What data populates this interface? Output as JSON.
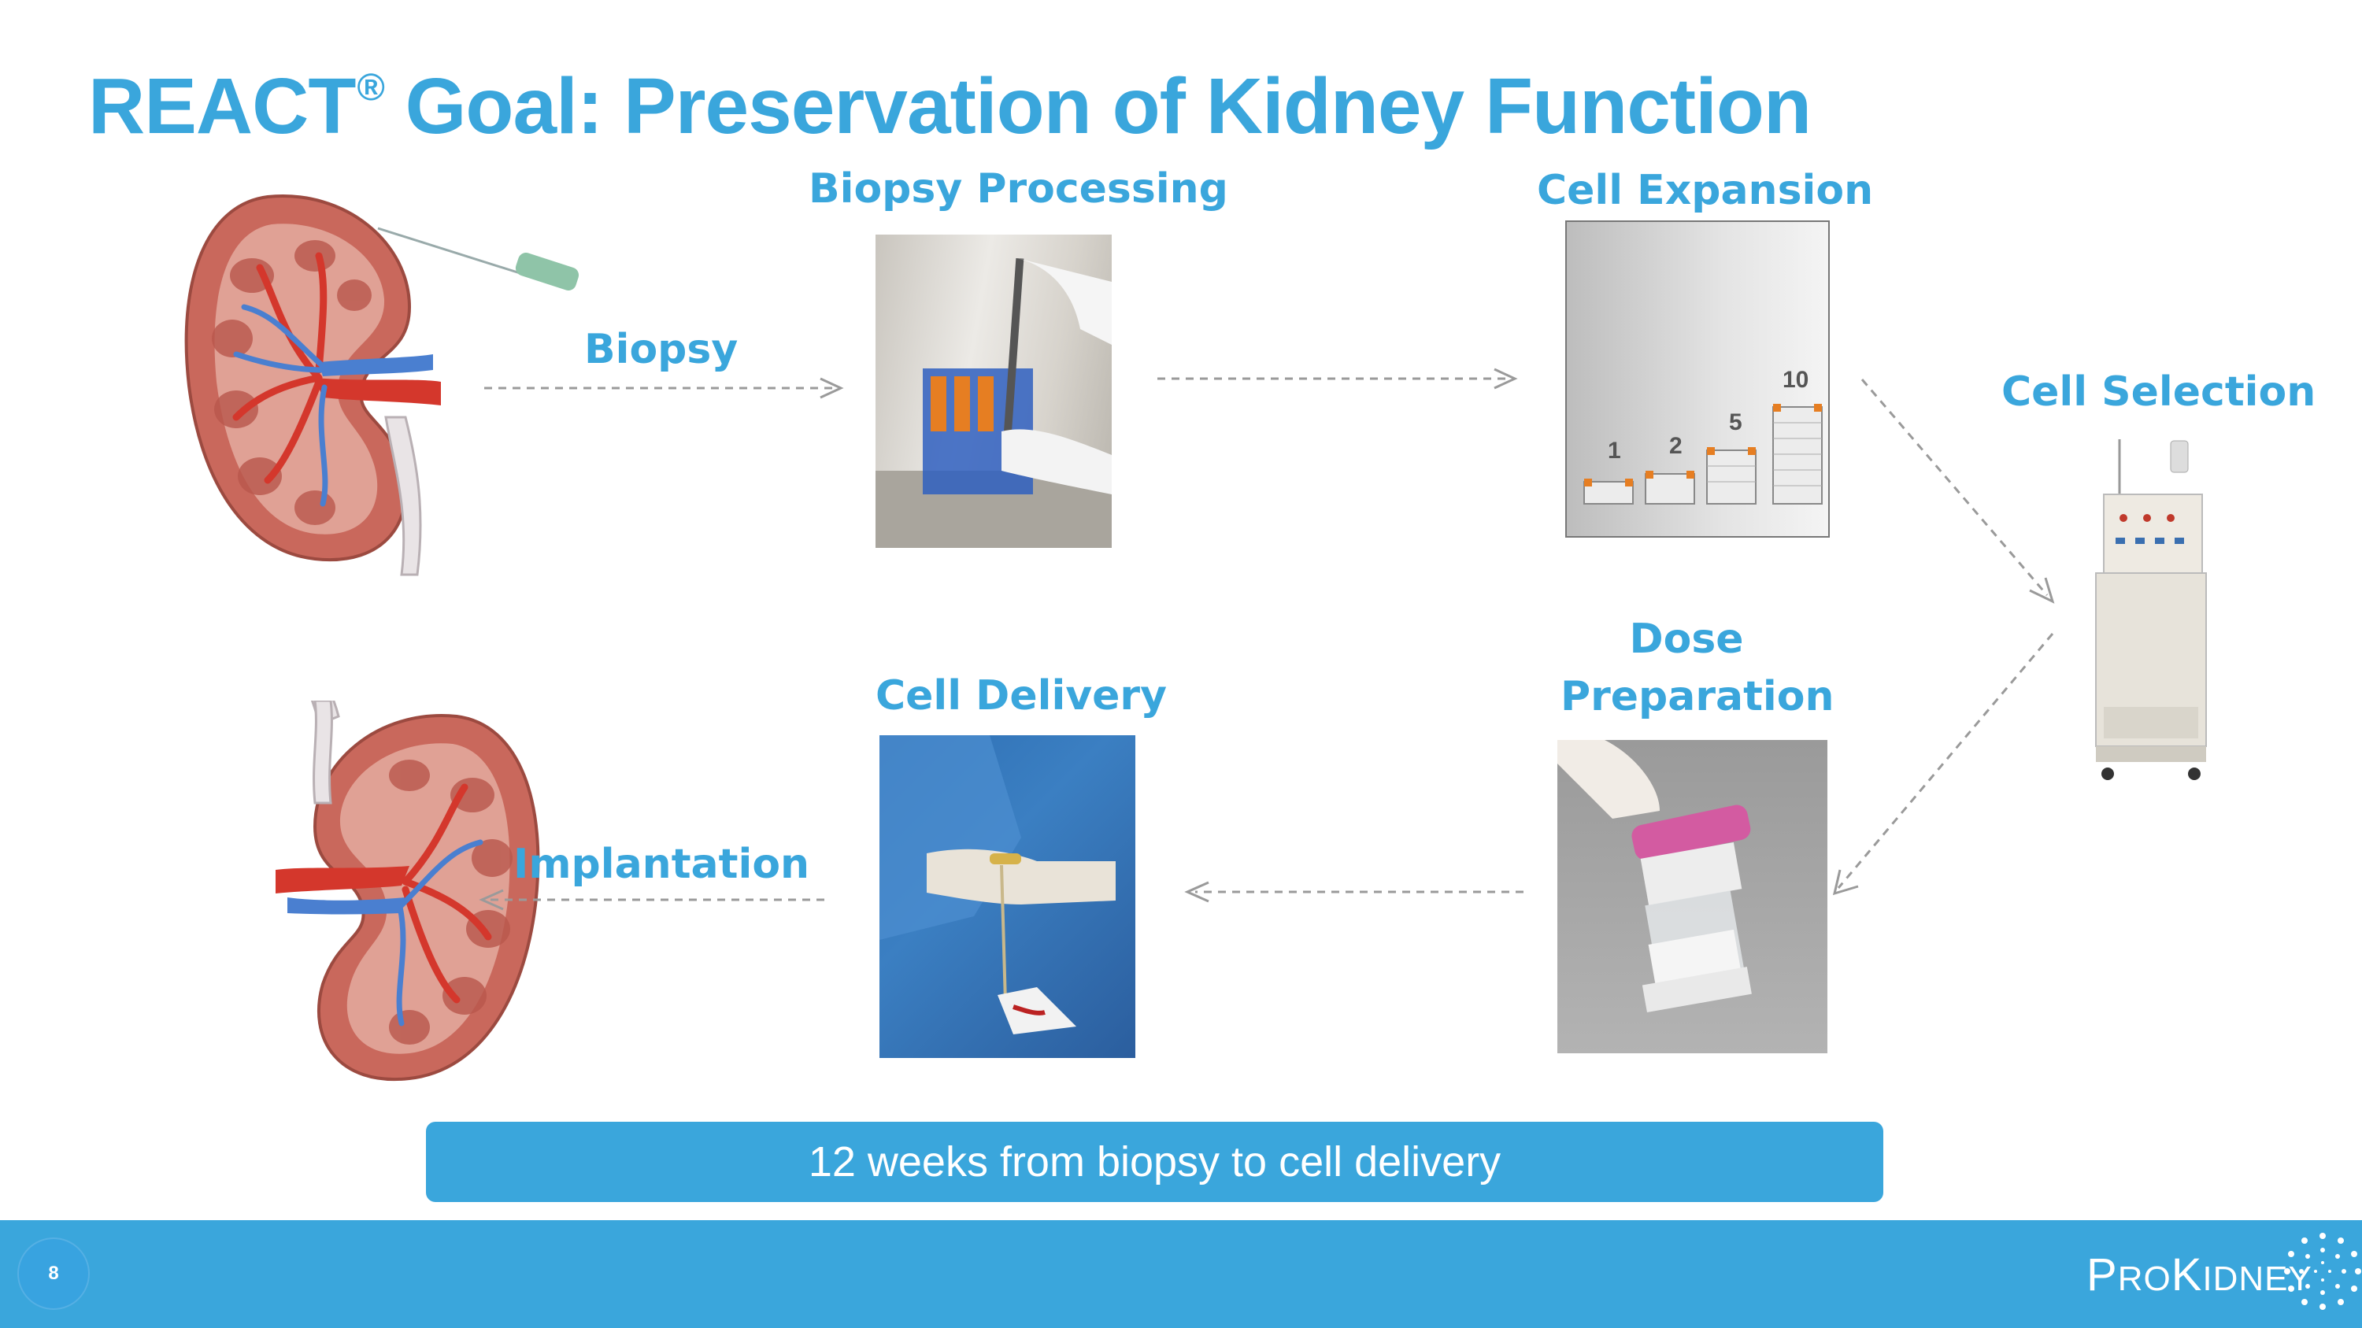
{
  "slide": {
    "title": "REACT",
    "title_reg_mark": "®",
    "title_rest": " Goal: Preservation of Kidney Function",
    "banner": "12 weeks from biopsy to cell delivery",
    "page_number": "8"
  },
  "steps": {
    "biopsy": "Biopsy",
    "biopsy_processing": "Biopsy Processing",
    "cell_expansion": "Cell Expansion",
    "cell_selection": "Cell Selection",
    "dose_line1": "Dose",
    "dose_line2": "Preparation",
    "cell_delivery": "Cell Delivery",
    "implantation": "Implantation"
  },
  "flasks": [
    "1",
    "2",
    "5",
    "10"
  ],
  "logo": {
    "text": "ProKidney",
    "text_prefix": "P",
    "text_small1": "RO",
    "text_cap": "K",
    "text_small2": "IDNEY"
  },
  "colors": {
    "accent": "#3aa6dc",
    "footer": "#3aa6dc",
    "kidney_red": "#c0392b",
    "kidney_blue": "#4a7fd0"
  }
}
